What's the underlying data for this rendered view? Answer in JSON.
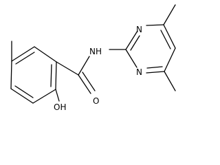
{
  "molecule": {
    "atom_labels": {
      "amide_nh": "NH",
      "carbonyl_o": "O",
      "hydroxyl": "OH",
      "pyrimidine_n_top": "N",
      "pyrimidine_n_bottom": "N"
    }
  }
}
